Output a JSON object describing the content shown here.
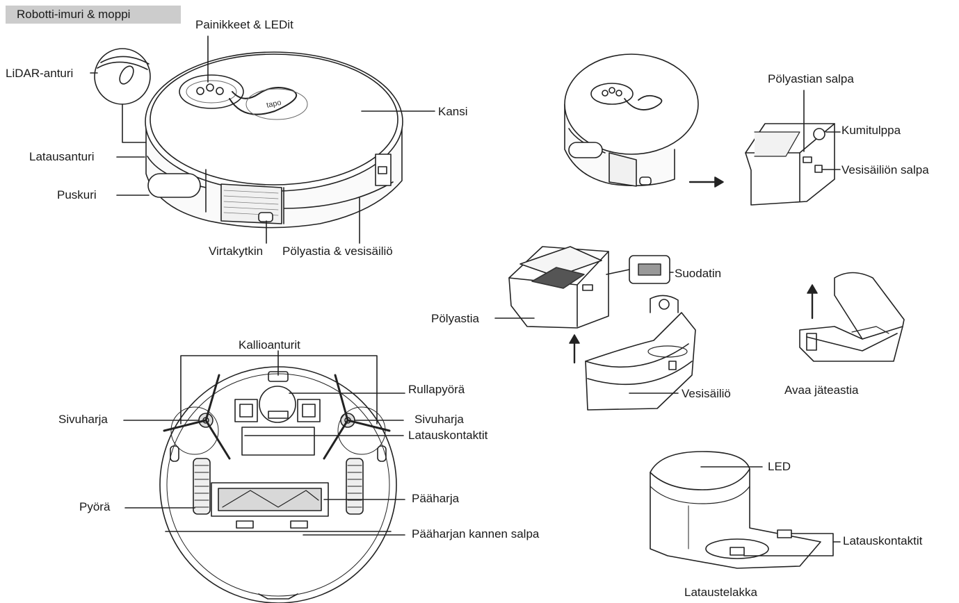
{
  "header": {
    "tag": "Robotti-imuri & moppi"
  },
  "robot_top": {
    "buttons_leds": "Painikkeet & LEDit",
    "lidar": "LiDAR-anturi",
    "cover": "Kansi",
    "charge_sensor": "Latausanturi",
    "bumper": "Puskuri",
    "power_switch": "Virtakytkin",
    "dustbin_tank": "Pölyastia & vesisäiliö"
  },
  "robot_bin": {
    "bin_latch": "Pölyastian salpa",
    "rubber_plug": "Kumitulppa",
    "tank_latch": "Vesisäiliön salpa"
  },
  "bin_parts": {
    "filter": "Suodatin",
    "dustbin": "Pölyastia",
    "water_tank": "Vesisäiliö",
    "open_bin": "Avaa jäteastia"
  },
  "robot_bottom": {
    "cliff_sensors": "Kallioanturit",
    "caster": "Rullapyörä",
    "side_brush_left": "Sivuharja",
    "side_brush_right": "Sivuharja",
    "charge_contacts": "Latauskontaktit",
    "wheel": "Pyörä",
    "main_brush": "Pääharja",
    "brush_cover_latch": "Pääharjan kannen salpa"
  },
  "dock": {
    "led": "LED",
    "contacts": "Latauskontaktit",
    "name": "Lataustelakka"
  }
}
